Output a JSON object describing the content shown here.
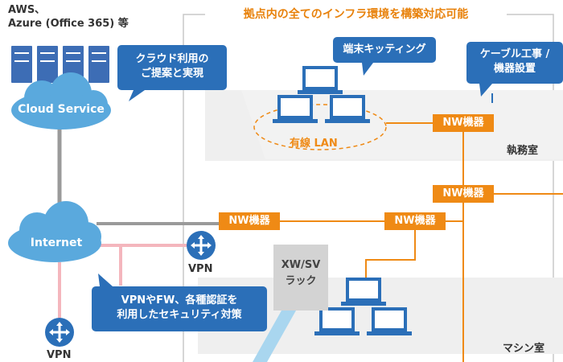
{
  "title": "拠点内の全てのインフラ環境を構築対応可能",
  "provider": {
    "line1": "AWS、",
    "line2": "Azure (Office 365) 等"
  },
  "cloud_service": "Cloud Service",
  "internet": "Internet",
  "callouts": {
    "cloud": [
      "クラウド利用の",
      "ご提案と実現"
    ],
    "kitting": "端末キッティング",
    "cabling": [
      "ケーブル工事 /",
      "機器設置"
    ],
    "security": [
      "VPNやFW、各種認証を",
      "利用したセキュリティ対策"
    ]
  },
  "nw_devices": [
    "NW機器",
    "NW機器",
    "NW機器",
    "NW機器"
  ],
  "wired_lan": "有線 LAN",
  "rooms": {
    "office": "執務室",
    "machine": "マシン室"
  },
  "rack": [
    "XW/SV",
    "ラック"
  ],
  "vpn": [
    "VPN",
    "VPN"
  ],
  "icons": {
    "server": "server-rack-icon",
    "cloud": "cloud-icon",
    "laptop": "laptop-icon",
    "router": "router-icon"
  },
  "colors": {
    "blue": "#2b6fb8",
    "orange": "#ef8a15",
    "pink": "#f4b6bd",
    "gray_line": "#9a9a9a",
    "cloud": "#5aa9dd"
  }
}
